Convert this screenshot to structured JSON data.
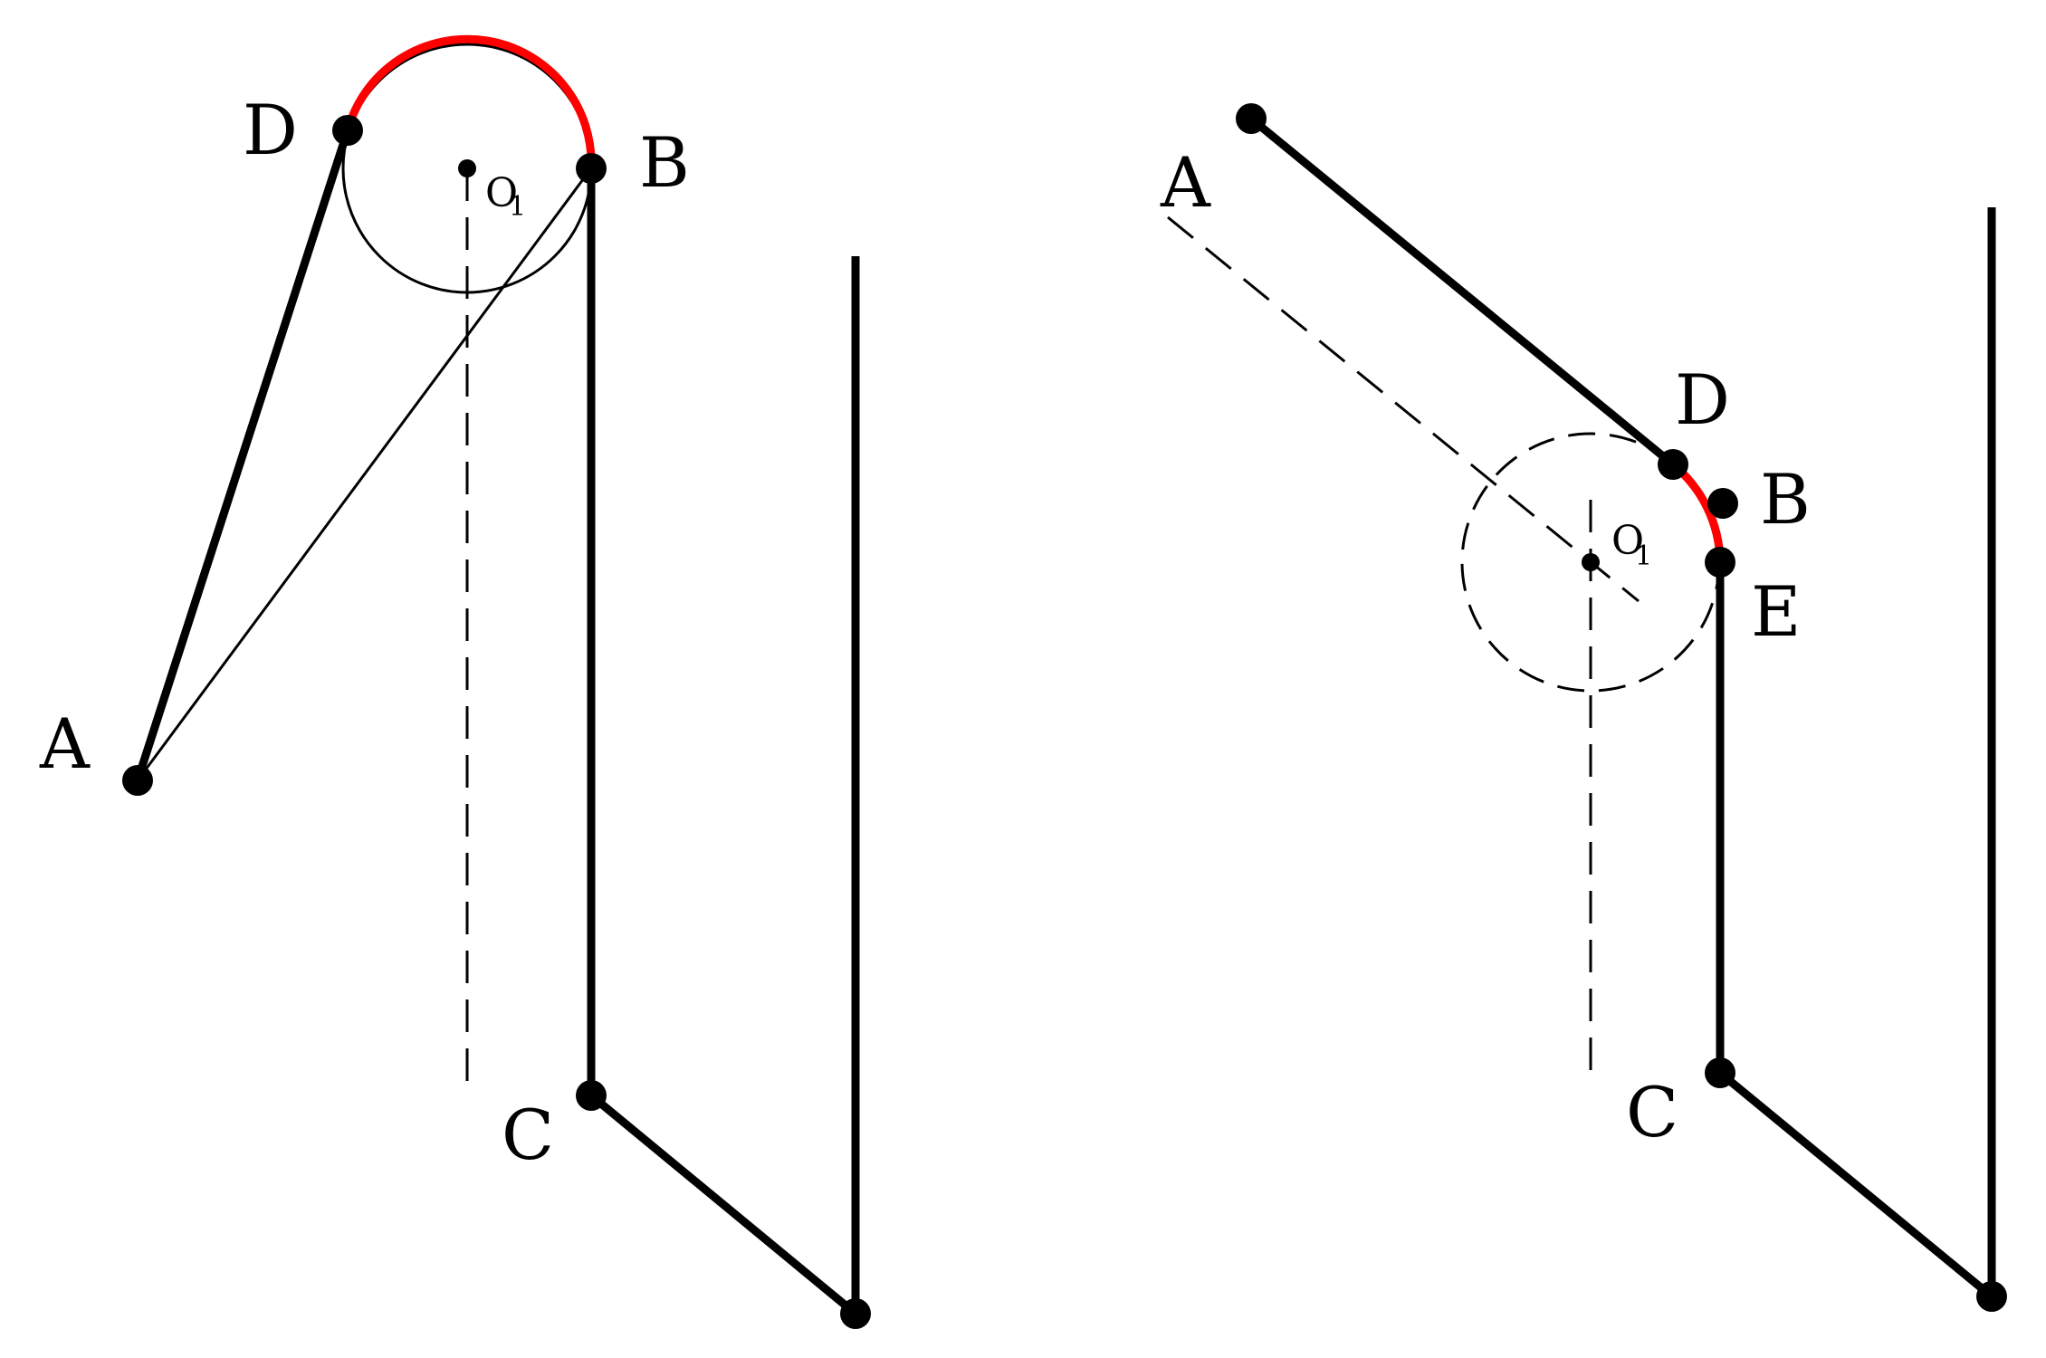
{
  "colors": {
    "ink": "#000000",
    "arc": "#ff0000",
    "background": "#ffffff"
  },
  "left_figure": {
    "label_d": "D",
    "label_b": "B",
    "label_a": "A",
    "label_c": "C",
    "label_o": "O",
    "label_o_sub": "1"
  },
  "right_figure": {
    "label_a": "A",
    "label_d": "D",
    "label_b": "B",
    "label_e": "E",
    "label_c": "C",
    "label_o": "O",
    "label_o_sub": "1"
  }
}
